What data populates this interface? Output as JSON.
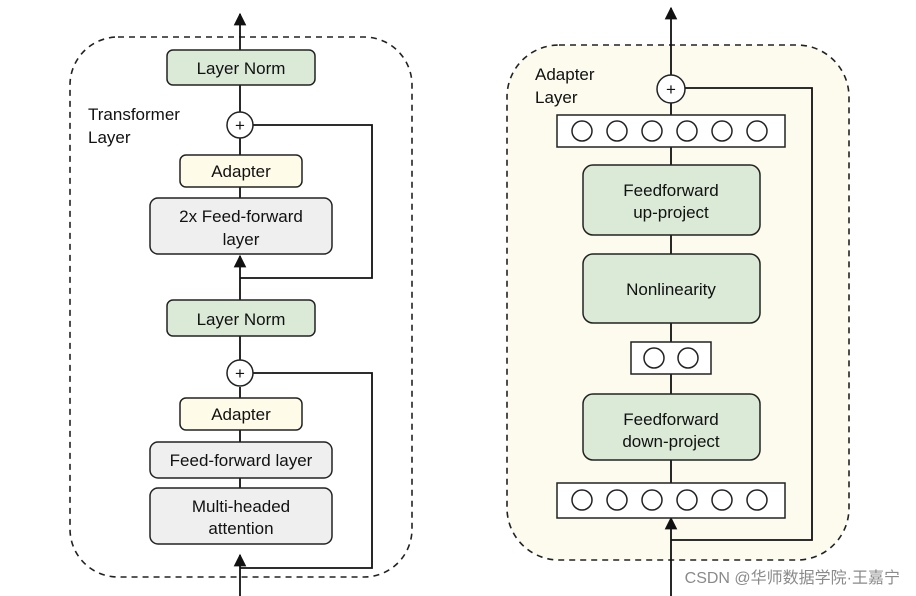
{
  "transformer": {
    "frame_label_line1": "Transformer",
    "frame_label_line2": "Layer",
    "top_layer_norm": "Layer Norm",
    "top_adapter": "Adapter",
    "ff2x_line1": "2x Feed-forward",
    "ff2x_line2": "layer",
    "mid_layer_norm": "Layer Norm",
    "bottom_adapter": "Adapter",
    "ff_layer": "Feed-forward layer",
    "mha_line1": "Multi-headed",
    "mha_line2": "attention",
    "plus": "+"
  },
  "adapter": {
    "frame_label_line1": "Adapter",
    "frame_label_line2": "Layer",
    "up_line1": "Feedforward",
    "up_line2": "up-project",
    "nonlinearity": "Nonlinearity",
    "down_line1": "Feedforward",
    "down_line2": "down-project",
    "plus": "+"
  },
  "watermark": "CSDN @华师数据学院·王嘉宁",
  "colors": {
    "green_fill": "#dbe9d7",
    "cream_fill": "#fefbe8",
    "gray_fill": "#efefef",
    "adapter_frame_fill": "#fcfbee",
    "stroke": "#222222"
  }
}
